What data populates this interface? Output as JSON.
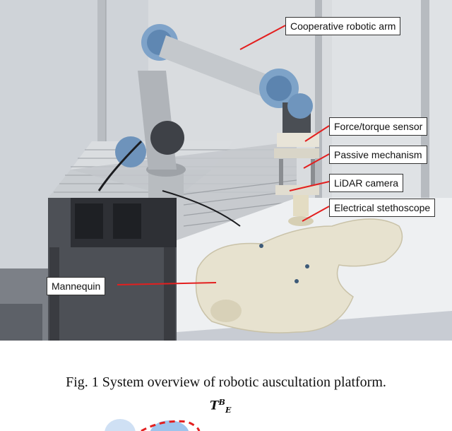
{
  "figure": {
    "labels": {
      "arm": "Cooperative robotic arm",
      "force_sensor": "Force/torque sensor",
      "passive": "Passive mechanism",
      "lidar": "LiDAR camera",
      "stethoscope": "Electrical stethoscope",
      "mannequin": "Mannequin"
    },
    "caption": "Fig. 1 System overview of robotic auscultation platform.",
    "math": {
      "base": "T",
      "sup": "B",
      "sub": "E"
    },
    "colors": {
      "leader": "#e31f1f",
      "label_border": "#333333"
    }
  }
}
